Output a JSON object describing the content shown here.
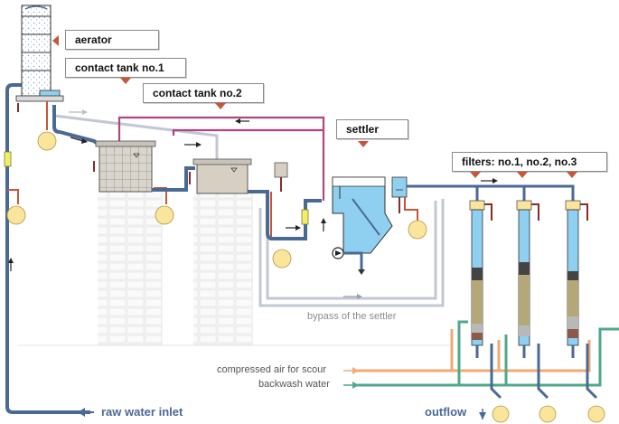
{
  "labels": {
    "aerator": "aerator",
    "contact_tank_1": "contact tank no.1",
    "contact_tank_2": "contact tank no.2",
    "settler": "settler",
    "filters": "filters: no.1, no.2, no.3",
    "bypass": "bypass of the settler",
    "compressed_air": "compressed air for scour",
    "backwash": "backwash water",
    "raw_water": "raw water inlet",
    "outflow": "outflow"
  },
  "colors": {
    "water_pipe": "#4a6a95",
    "recycle_pipe": "#b0457f",
    "bypass_pipe": "#c3c7d3",
    "air_pipe": "#f0aa73",
    "backwash_pipe": "#4fa88a",
    "water": "#8fcfef",
    "sampler": "#fbe49b",
    "marker": "#c8543a"
  },
  "icons": [
    "pump-icon",
    "valve-icon",
    "flow-arrow-icon"
  ]
}
